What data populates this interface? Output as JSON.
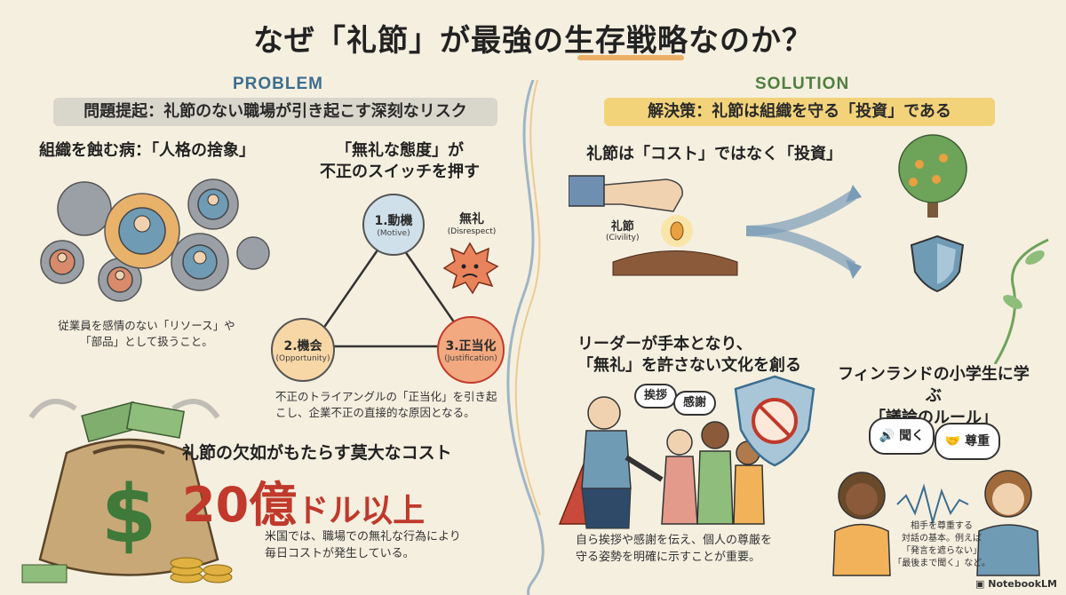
{
  "title": "なぜ「礼節」が最強の生存戦略なのか？",
  "problem": {
    "tag": "PROBLEM",
    "banner": "問題提起：礼節のない職場が引き起こす深刻なリスク",
    "dehumanization": {
      "heading": "組織を蝕む病：「人格の捨象」",
      "caption_line1": "従業員を感情のない「リソース」や",
      "caption_line2": "「部品」として扱うこと。"
    },
    "triangle": {
      "heading_line1": "「無礼な態度」が",
      "heading_line2": "不正のスイッチを押す",
      "motive": "1.動機",
      "motive_en": "(Motive)",
      "opportunity": "2.機会",
      "opportunity_en": "(Opportunity)",
      "justification": "3.正当化",
      "justification_en": "(Justification)",
      "disrespect": "無礼",
      "disrespect_en": "(Disrespect)",
      "caption_line1": "不正のトライアングルの「正当化」を引き起",
      "caption_line2": "こし、企業不正の直接的な原因となる。"
    },
    "cost": {
      "heading": "礼節の欠如がもたらす莫大なコスト",
      "amount_num": "20億",
      "amount_unit": "ドル以上",
      "caption_line1": "米国では、職場での無礼な行為により",
      "caption_line2": "毎日コストが発生している。"
    }
  },
  "solution": {
    "tag": "SOLUTION",
    "banner": "解決策：礼節は組織を守る「投資」である",
    "investment": {
      "heading": "礼節は「コスト」ではなく「投資」",
      "seed_label": "礼節",
      "seed_label_en": "(Civility)"
    },
    "leader": {
      "heading_line1": "リーダーが手本となり、",
      "heading_line2": "「無礼」を許さない文化を創る",
      "bubble_greeting": "挨拶",
      "bubble_thanks": "感謝",
      "caption_line1": "自ら挨拶や感謝を伝え、個人の尊厳を",
      "caption_line2": "守る姿勢を明確に示すことが重要。"
    },
    "finland": {
      "heading_line1": "フィンランドの小学生に学ぶ",
      "heading_line2": "「議論のルール」",
      "bubble_listen": "聞く",
      "bubble_respect": "尊重",
      "caption_line1": "相手を尊重する",
      "caption_line2": "対話の基本。例えば",
      "caption_line3": "「発言を遮らない」",
      "caption_line4": "「最後まで聞く」など。"
    }
  },
  "brand": "NotebookLM",
  "colors": {
    "background": "#f5efe0",
    "problem_accent": "#3c6e8f",
    "solution_accent": "#4f7f3e",
    "banner_gray": "#d9d6cc",
    "banner_yellow": "#f3d37a",
    "cost_red": "#c0392b"
  }
}
